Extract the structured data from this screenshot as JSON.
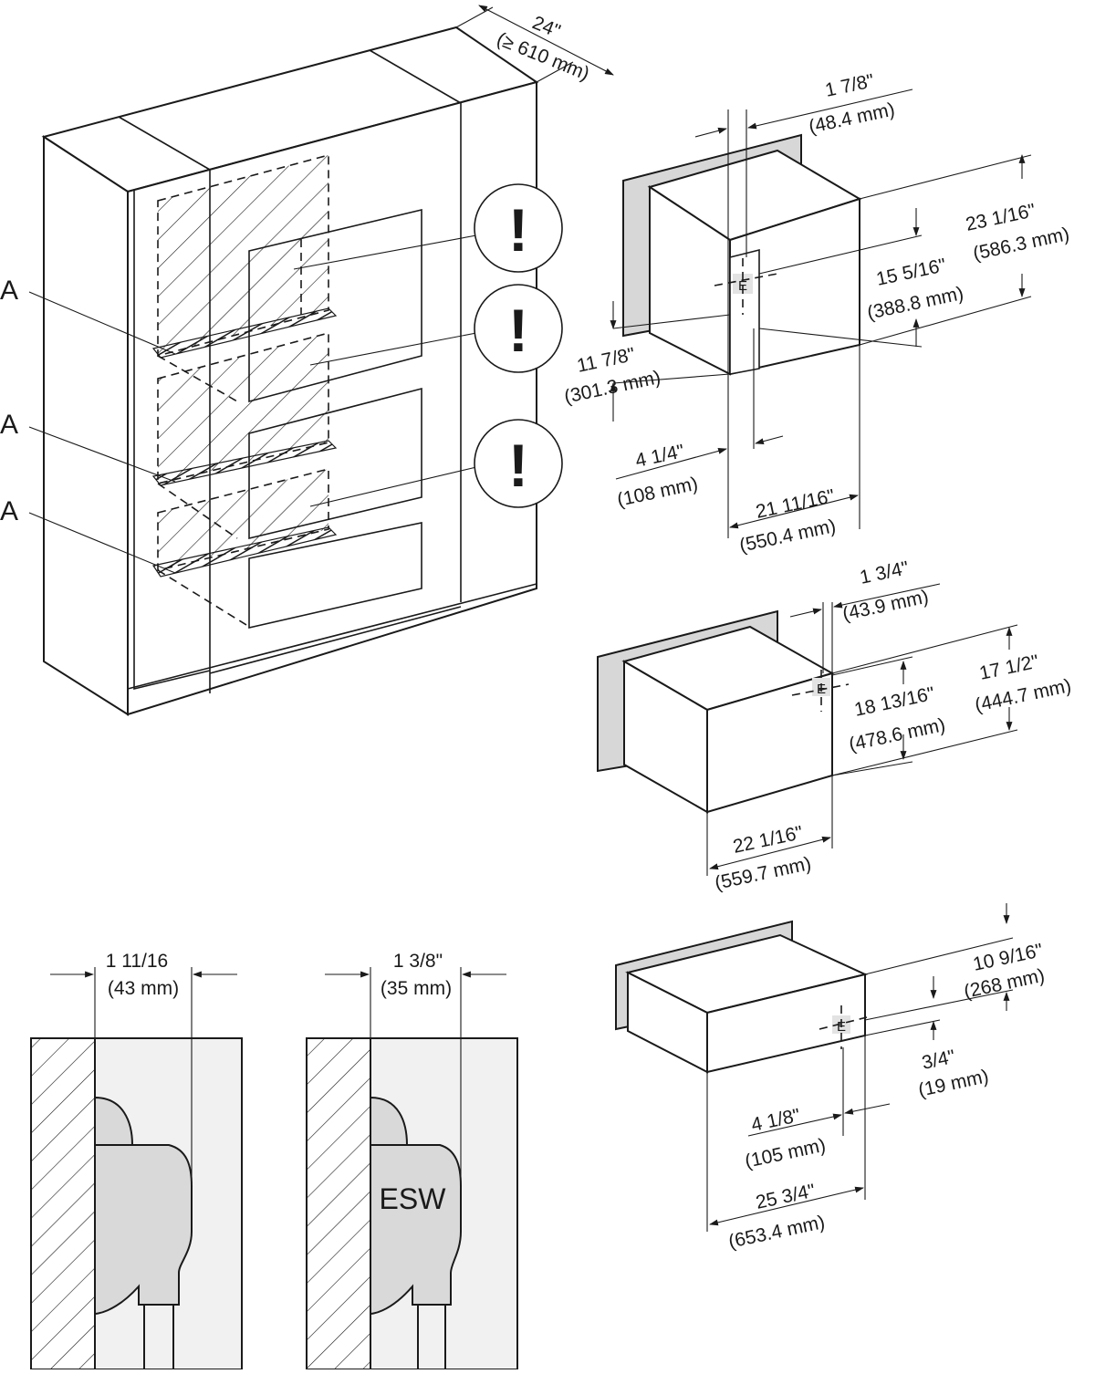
{
  "cabinet": {
    "depth_label": "24\"",
    "depth_mm_label": "(≥ 610 mm)",
    "callouts": [
      "A",
      "A",
      "A"
    ],
    "warning_symbol": "!",
    "warning_icons": [
      "warning-icon",
      "warning-icon",
      "warning-icon"
    ]
  },
  "oven_top": {
    "e_label": "E",
    "dims": {
      "d1_in": "1 7/8\"",
      "d1_mm": "(48.4 mm)",
      "d2_in": "23 1/16\"",
      "d2_mm": "(586.3 mm)",
      "d3_in": "15 5/16\"",
      "d3_mm": "(388.8 mm)",
      "d4_in": "11 7/8\"",
      "d4_mm": "(301.3 mm)",
      "d5_in": "4 1/4\"",
      "d5_mm": "(108 mm)",
      "d6_in": "21 11/16\"",
      "d6_mm": "(550.4 mm)"
    }
  },
  "oven_mid": {
    "e_label": "E",
    "dims": {
      "d1_in": "1 3/4\"",
      "d1_mm": "(43.9 mm)",
      "d2_in": "17 1/2\"",
      "d2_mm": "(444.7 mm)",
      "d3_in": "18 13/16\"",
      "d3_mm": "(478.6 mm)",
      "d4_in": "22 1/16\"",
      "d4_mm": "(559.7 mm)"
    }
  },
  "drawer": {
    "e_label": "E",
    "dims": {
      "d1_in": "10 9/16\"",
      "d1_mm": "(268 mm)",
      "d2_in": "3/4\"",
      "d2_mm": "(19 mm)",
      "d3_in": "4 1/8\"",
      "d3_mm": "(105 mm)",
      "d4_in": "25 3/4\"",
      "d4_mm": "(653.4 mm)"
    }
  },
  "plug_left": {
    "dim_in": "1 11/16",
    "dim_mm": "(43 mm)"
  },
  "plug_right": {
    "dim_in": "1 3/8\"",
    "dim_mm": "(35 mm)",
    "label": "ESW"
  }
}
